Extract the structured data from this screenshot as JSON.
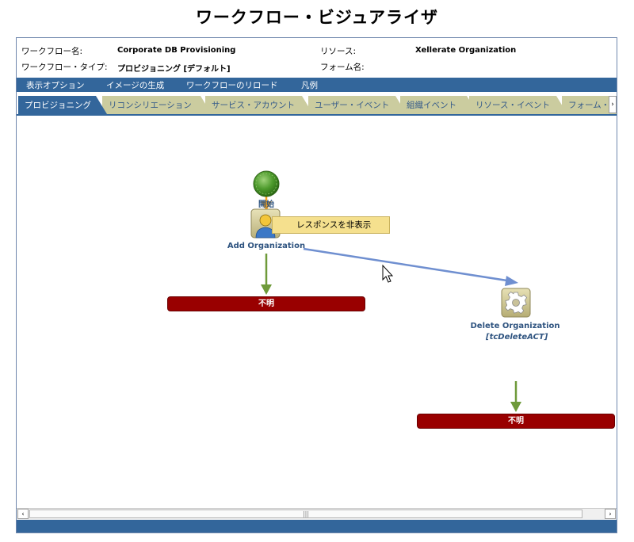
{
  "page_title": "ワークフロー・ビジュアライザ",
  "info": {
    "workflow_name_label": "ワークフロー名:",
    "workflow_name_value": "Corporate DB Provisioning",
    "workflow_type_label": "ワークフロー・タイプ:",
    "workflow_type_value": "プロビジョニング [デフォルト]",
    "resource_label": "リソース:",
    "resource_value": "Xellerate Organization",
    "form_label": "フォーム名:",
    "form_value": ""
  },
  "menu": [
    "表示オプション",
    "イメージの生成",
    "ワークフローのリロード",
    "凡例"
  ],
  "tabs": [
    "プロビジョニング",
    "リコンシリエーション",
    "サービス・アカウント",
    "ユーザー・イベント",
    "組織イベント",
    "リソース・イベント",
    "フォーム・イ"
  ],
  "active_tab": 0,
  "nodes": {
    "start_label": "開始",
    "add_org_label": "Add Organization",
    "delete_org_label": "Delete Organization",
    "delete_org_sub": "[tcDeleteACT]",
    "unknown_1": "不明",
    "unknown_2": "不明"
  },
  "context_menu": {
    "item": "レスポンスを非表示"
  },
  "colors": {
    "header_blue": "#33669b",
    "tab_inactive": "#cbcc9f",
    "node_text": "#2f5480",
    "unknown_red": "#990000",
    "arrow_orange": "#f7a21b",
    "arrow_green": "#6e9a3a",
    "arrow_blue": "#6f8fd0"
  },
  "icons": [
    "start-node-icon",
    "user-task-icon",
    "gear-task-icon",
    "mouse-cursor-icon",
    "scroll-left-icon",
    "scroll-right-icon",
    "tab-scroll-right-icon"
  ]
}
